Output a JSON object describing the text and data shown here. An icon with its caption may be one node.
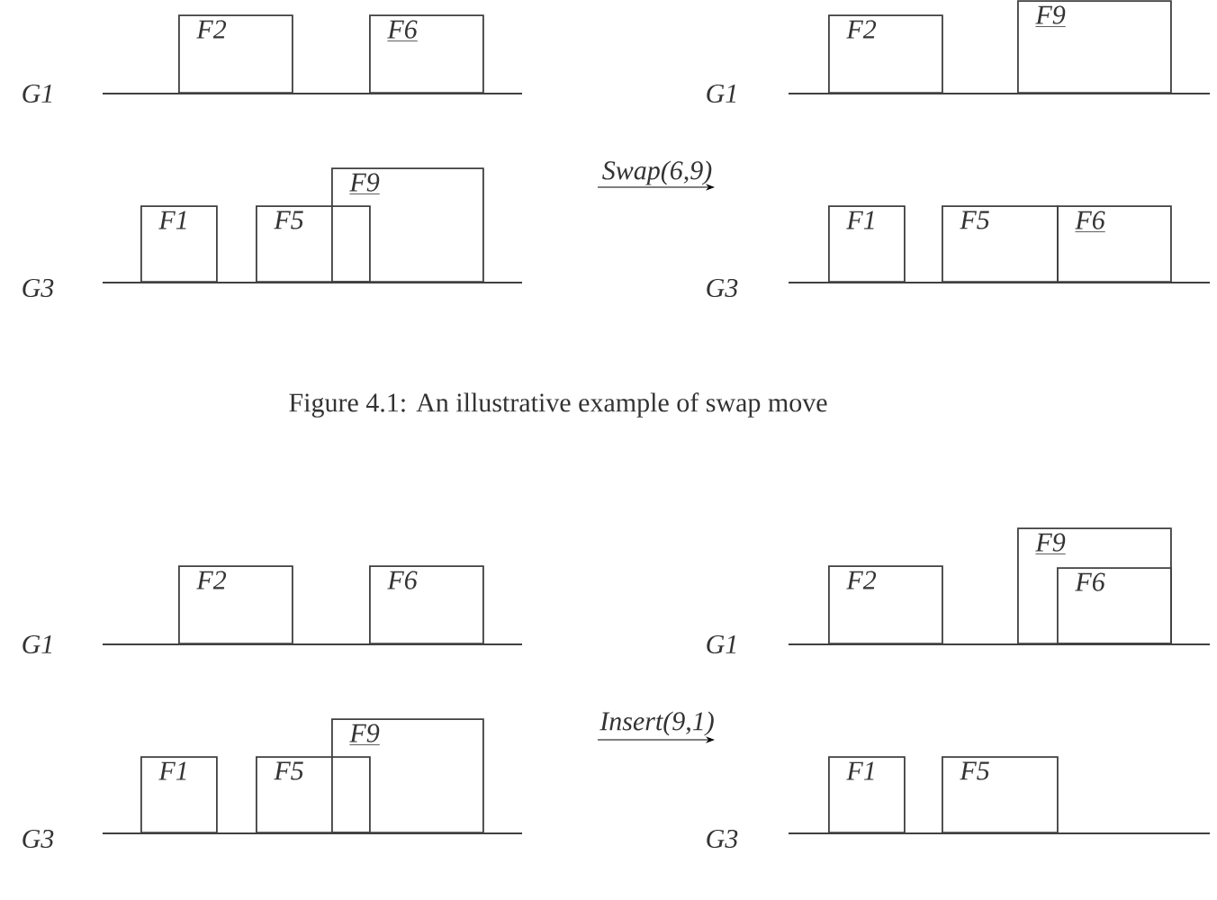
{
  "diagram": {
    "caption": "Figure 4.1: An illustrative example of swap move",
    "nodes": [
      {
        "text": [
          "F2"
        ]
      },
      {
        "text": [
          "F6"
        ]
      },
      {
        "text": [
          "F2"
        ]
      },
      {
        "text": [
          "F9"
        ]
      },
      {
        "text": [
          "F1"
        ]
      },
      {
        "text": [
          "F5"
        ]
      },
      {
        "text": [
          "F9"
        ]
      },
      {
        "text": [
          "F1"
        ]
      },
      {
        "text": [
          "F5"
        ]
      },
      {
        "text": [
          "F6"
        ]
      },
      {
        "text": [
          "F2"
        ]
      },
      {
        "text": [
          "F6"
        ]
      },
      {
        "text": [
          "F2"
        ]
      },
      {
        "text": [
          "F9"
        ]
      },
      {
        "text": [
          "F6"
        ],
        "in": 13
      },
      {
        "text": [
          "F1"
        ]
      },
      {
        "text": [
          "F5"
        ]
      },
      {
        "text": [
          "F9"
        ]
      },
      {
        "text": [
          "F1"
        ]
      },
      {
        "text": [
          "F5"
        ]
      }
    ],
    "labels": [
      "G1",
      "G1",
      "Swap(6,9)",
      "G3",
      "G3",
      "G1",
      "G1",
      "Insert(9,1)",
      "G3",
      "G3"
    ]
  }
}
